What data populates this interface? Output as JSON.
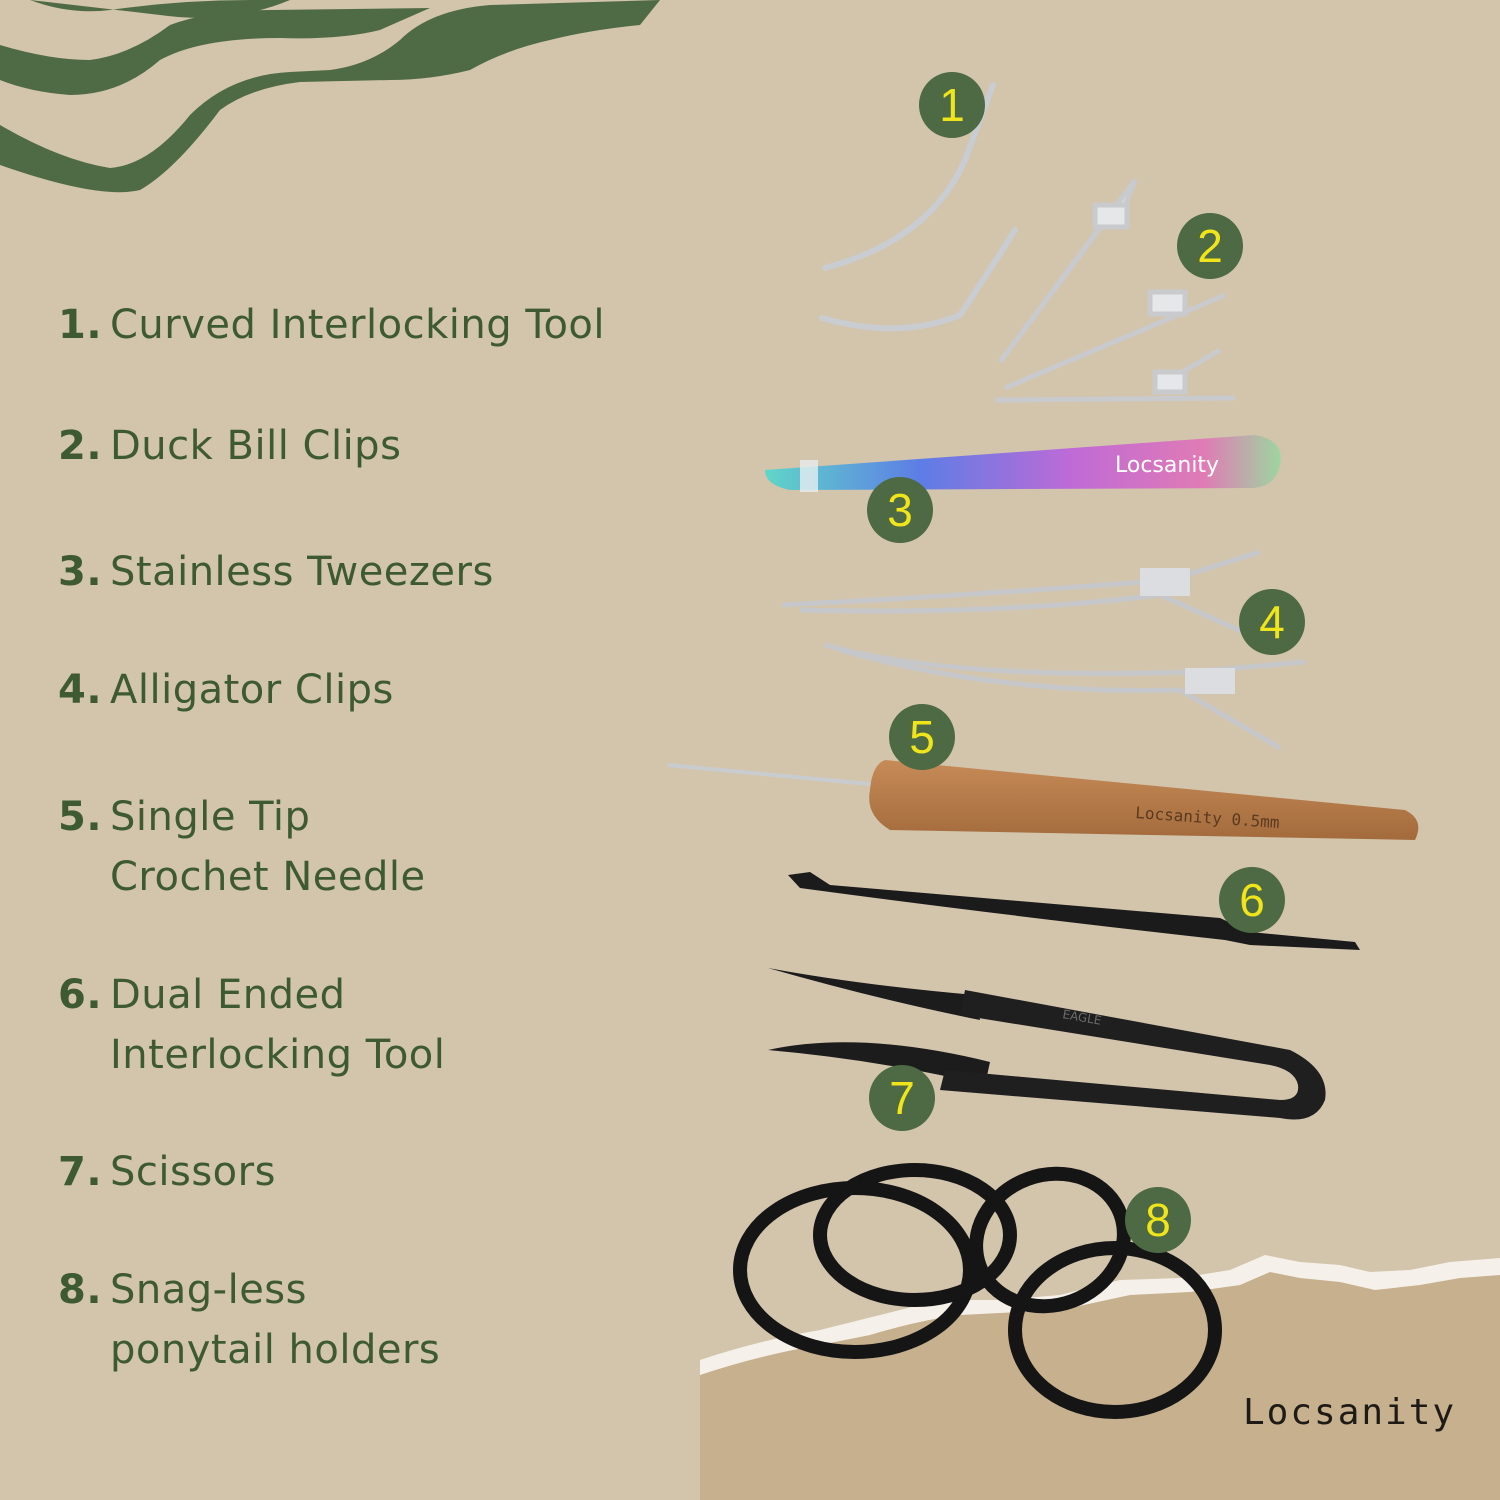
{
  "items": [
    {
      "num": "1.",
      "line1": "Curved  Interlocking Tool"
    },
    {
      "num": "2.",
      "line1": "Duck  Bill Clips"
    },
    {
      "num": "3.",
      "line1": "Stainless Tweezers"
    },
    {
      "num": "4.",
      "line1": "Alligator Clips"
    },
    {
      "num": "5.",
      "line1": "Single Tip",
      "line2": "Crochet  Needle"
    },
    {
      "num": "6.",
      "line1": "Dual  Ended",
      "line2": "Interlocking Tool"
    },
    {
      "num": "7.",
      "line1": "Scissors"
    },
    {
      "num": "8.",
      "line1": "Snag-less",
      "line2": "ponytail holders"
    }
  ],
  "badges": [
    "1",
    "2",
    "3",
    "4",
    "5",
    "6",
    "7",
    "8"
  ],
  "product_labels": {
    "tweezers": "Locsanity",
    "crochet": "Locsanity  0.5mm",
    "scissors": "EAGLE"
  },
  "brand": "Locsanity",
  "colors": {
    "background": "#d3c4ac",
    "green": "#4d6a44",
    "text": "#3d5a33",
    "badge_text": "#f0e41a"
  }
}
